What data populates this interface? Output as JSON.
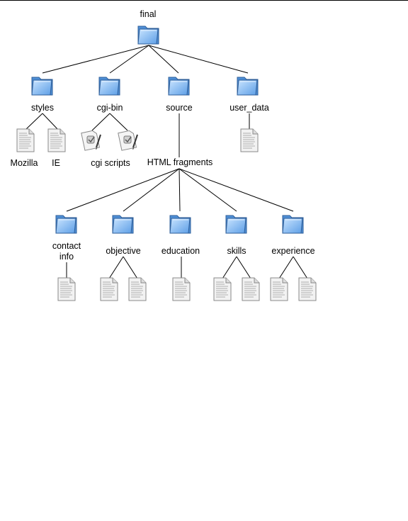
{
  "tree": {
    "root": {
      "label": "final",
      "icon": "folder-icon"
    },
    "folders": [
      {
        "id": "styles",
        "label": "styles",
        "icon": "folder-icon"
      },
      {
        "id": "cgi-bin",
        "label": "cgi-bin",
        "icon": "folder-icon"
      },
      {
        "id": "source",
        "label": "source",
        "icon": "folder-icon"
      },
      {
        "id": "user_data",
        "label": "user_data",
        "icon": "folder-icon"
      }
    ],
    "styles_files": [
      {
        "label": "Mozilla",
        "icon": "document-icon"
      },
      {
        "label": "IE",
        "icon": "document-icon"
      }
    ],
    "cgi_files": {
      "label": "cgi scripts",
      "icon": "script-icon"
    },
    "user_data_files": [
      {
        "icon": "document-icon"
      }
    ],
    "html_fragments": {
      "label": "HTML fragments",
      "folders": [
        {
          "id": "contact-info",
          "label_lines": [
            "contact",
            "info"
          ],
          "icon": "folder-icon",
          "files": 1
        },
        {
          "id": "objective",
          "label_lines": [
            "objective"
          ],
          "icon": "folder-icon",
          "files": 2
        },
        {
          "id": "education",
          "label_lines": [
            "education"
          ],
          "icon": "folder-icon",
          "files": 1
        },
        {
          "id": "skills",
          "label_lines": [
            "skills"
          ],
          "icon": "folder-icon",
          "files": 2
        },
        {
          "id": "experience",
          "label_lines": [
            "experience"
          ],
          "icon": "folder-icon",
          "files": 2
        }
      ]
    }
  },
  "colors": {
    "folder_face": "#7fb7ee",
    "folder_back": "#4f8fd6",
    "folder_edge": "#2f5f9a",
    "line": "#000000",
    "doc_paper": "#f2f2f2"
  }
}
